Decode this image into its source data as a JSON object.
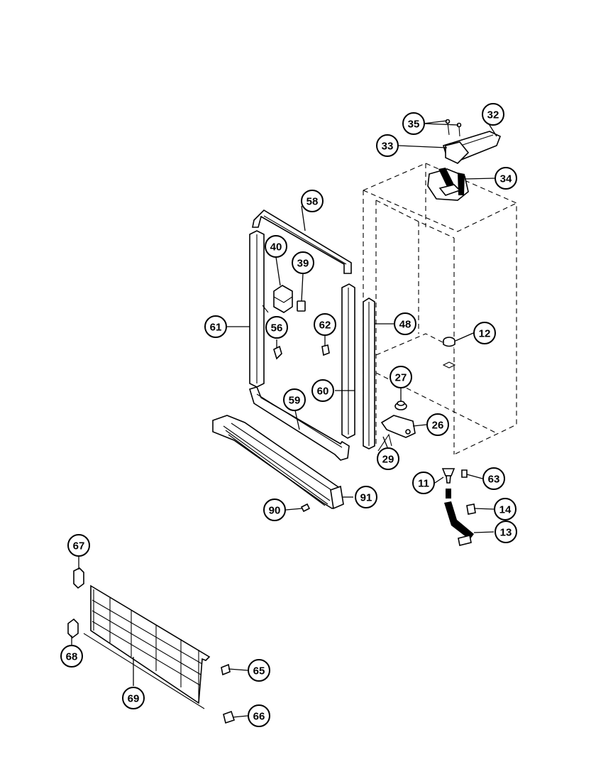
{
  "diagram": {
    "callouts": [
      {
        "id": "c35",
        "label": "35"
      },
      {
        "id": "c32",
        "label": "32"
      },
      {
        "id": "c33",
        "label": "33"
      },
      {
        "id": "c34",
        "label": "34"
      },
      {
        "id": "c58",
        "label": "58"
      },
      {
        "id": "c40",
        "label": "40"
      },
      {
        "id": "c39",
        "label": "39"
      },
      {
        "id": "c61",
        "label": "61"
      },
      {
        "id": "c56",
        "label": "56"
      },
      {
        "id": "c62",
        "label": "62"
      },
      {
        "id": "c48",
        "label": "48"
      },
      {
        "id": "c12",
        "label": "12"
      },
      {
        "id": "c27",
        "label": "27"
      },
      {
        "id": "c60",
        "label": "60"
      },
      {
        "id": "c59",
        "label": "59"
      },
      {
        "id": "c26",
        "label": "26"
      },
      {
        "id": "c29",
        "label": "29"
      },
      {
        "id": "c11",
        "label": "11"
      },
      {
        "id": "c63",
        "label": "63"
      },
      {
        "id": "c14",
        "label": "14"
      },
      {
        "id": "c91",
        "label": "91"
      },
      {
        "id": "c90",
        "label": "90"
      },
      {
        "id": "c13",
        "label": "13"
      },
      {
        "id": "c67",
        "label": "67"
      },
      {
        "id": "c68",
        "label": "68"
      },
      {
        "id": "c65",
        "label": "65"
      },
      {
        "id": "c69",
        "label": "69"
      },
      {
        "id": "c66",
        "label": "66"
      }
    ]
  }
}
